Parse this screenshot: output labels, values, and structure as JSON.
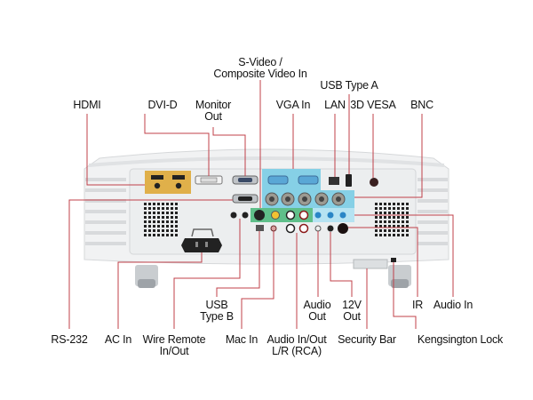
{
  "diagram": {
    "subject": "Projector rear I/O panel",
    "leader_color": "#c0404a",
    "labels_top": [
      {
        "id": "hdmi",
        "lines": [
          "HDMI"
        ]
      },
      {
        "id": "dvi-d",
        "lines": [
          "DVI-D"
        ]
      },
      {
        "id": "monitor-out",
        "lines": [
          "Monitor",
          "Out"
        ]
      },
      {
        "id": "s-video",
        "lines": [
          "S-Video /",
          "Composite Video In"
        ]
      },
      {
        "id": "vga-in",
        "lines": [
          "VGA In"
        ]
      },
      {
        "id": "lan",
        "lines": [
          "LAN"
        ]
      },
      {
        "id": "usb-a",
        "lines": [
          "USB Type A"
        ]
      },
      {
        "id": "3d-vesa",
        "lines": [
          "3D VESA"
        ]
      },
      {
        "id": "bnc",
        "lines": [
          "BNC"
        ]
      }
    ],
    "labels_bottom": [
      {
        "id": "usb-b",
        "lines": [
          "USB",
          "Type B"
        ]
      },
      {
        "id": "audio-out",
        "lines": [
          "Audio",
          "Out"
        ]
      },
      {
        "id": "12v-out",
        "lines": [
          "12V",
          "Out"
        ]
      },
      {
        "id": "ir",
        "lines": [
          "IR"
        ]
      },
      {
        "id": "audio-in",
        "lines": [
          "Audio In"
        ]
      },
      {
        "id": "rs-232",
        "lines": [
          "RS-232"
        ]
      },
      {
        "id": "ac-in",
        "lines": [
          "AC In"
        ]
      },
      {
        "id": "wire-remote",
        "lines": [
          "Wire Remote",
          "In/Out"
        ]
      },
      {
        "id": "mac-in",
        "lines": [
          "Mac In"
        ]
      },
      {
        "id": "audio-rca",
        "lines": [
          "Audio In/Out",
          "L/R (RCA)"
        ]
      },
      {
        "id": "security-bar",
        "lines": [
          "Security Bar"
        ]
      },
      {
        "id": "kensington",
        "lines": [
          "Kengsington Lock"
        ]
      }
    ]
  }
}
